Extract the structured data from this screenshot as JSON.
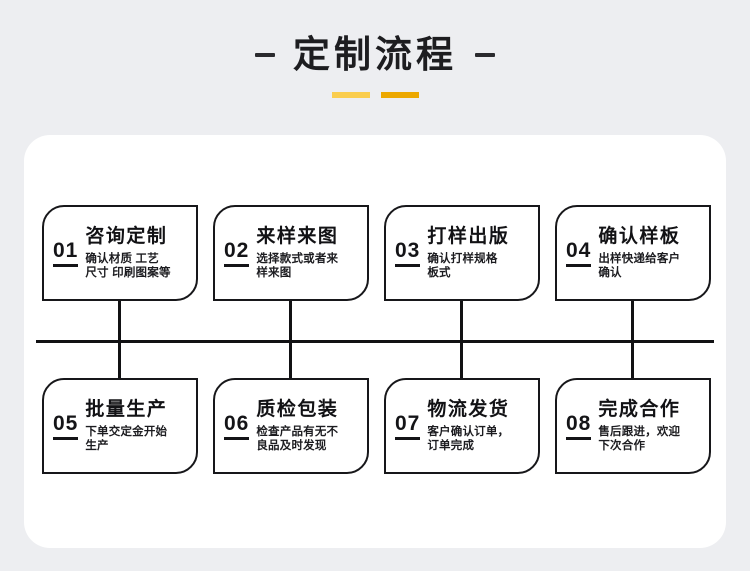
{
  "header": {
    "title": "定制流程",
    "left_dash": "-",
    "right_dash": "-",
    "accent_light": "#facd4e",
    "accent_dark": "#eca800"
  },
  "colors": {
    "background": "#edeef1",
    "panel": "#ffffff",
    "line": "#111113",
    "text": "#141417"
  },
  "flow": {
    "steps": [
      {
        "number": "01",
        "title": "咨询定制",
        "desc": "确认材质 工艺\n尺寸 印刷图案等",
        "desc_line1": "确认材质 工艺",
        "desc_line2": "尺寸 印刷图案等"
      },
      {
        "number": "02",
        "title": "来样来图",
        "desc": "选择款式或者来样来图",
        "desc_line1": "选择款式或者来",
        "desc_line2": "样来图"
      },
      {
        "number": "03",
        "title": "打样出版",
        "desc": "确认打样规格板式",
        "desc_line1": "确认打样规格",
        "desc_line2": "板式"
      },
      {
        "number": "04",
        "title": "确认样板",
        "desc": "出样快递给客户确认",
        "desc_line1": "出样快递给客户",
        "desc_line2": "确认"
      },
      {
        "number": "05",
        "title": "批量生产",
        "desc": "下单交定金开始生产",
        "desc_line1": "下单交定金开始",
        "desc_line2": "生产"
      },
      {
        "number": "06",
        "title": "质检包装",
        "desc": "检查产品有无不良品及时发现",
        "desc_line1": "检查产品有无不",
        "desc_line2": "良品及时发现"
      },
      {
        "number": "07",
        "title": "物流发货",
        "desc": "客户确认订单，订单完成",
        "desc_line1": "客户确认订单，",
        "desc_line2": "订单完成"
      },
      {
        "number": "08",
        "title": "完成合作",
        "desc": "售后跟进，欢迎下次合作",
        "desc_line1": "售后跟进，欢迎",
        "desc_line2": "下次合作"
      }
    ]
  }
}
